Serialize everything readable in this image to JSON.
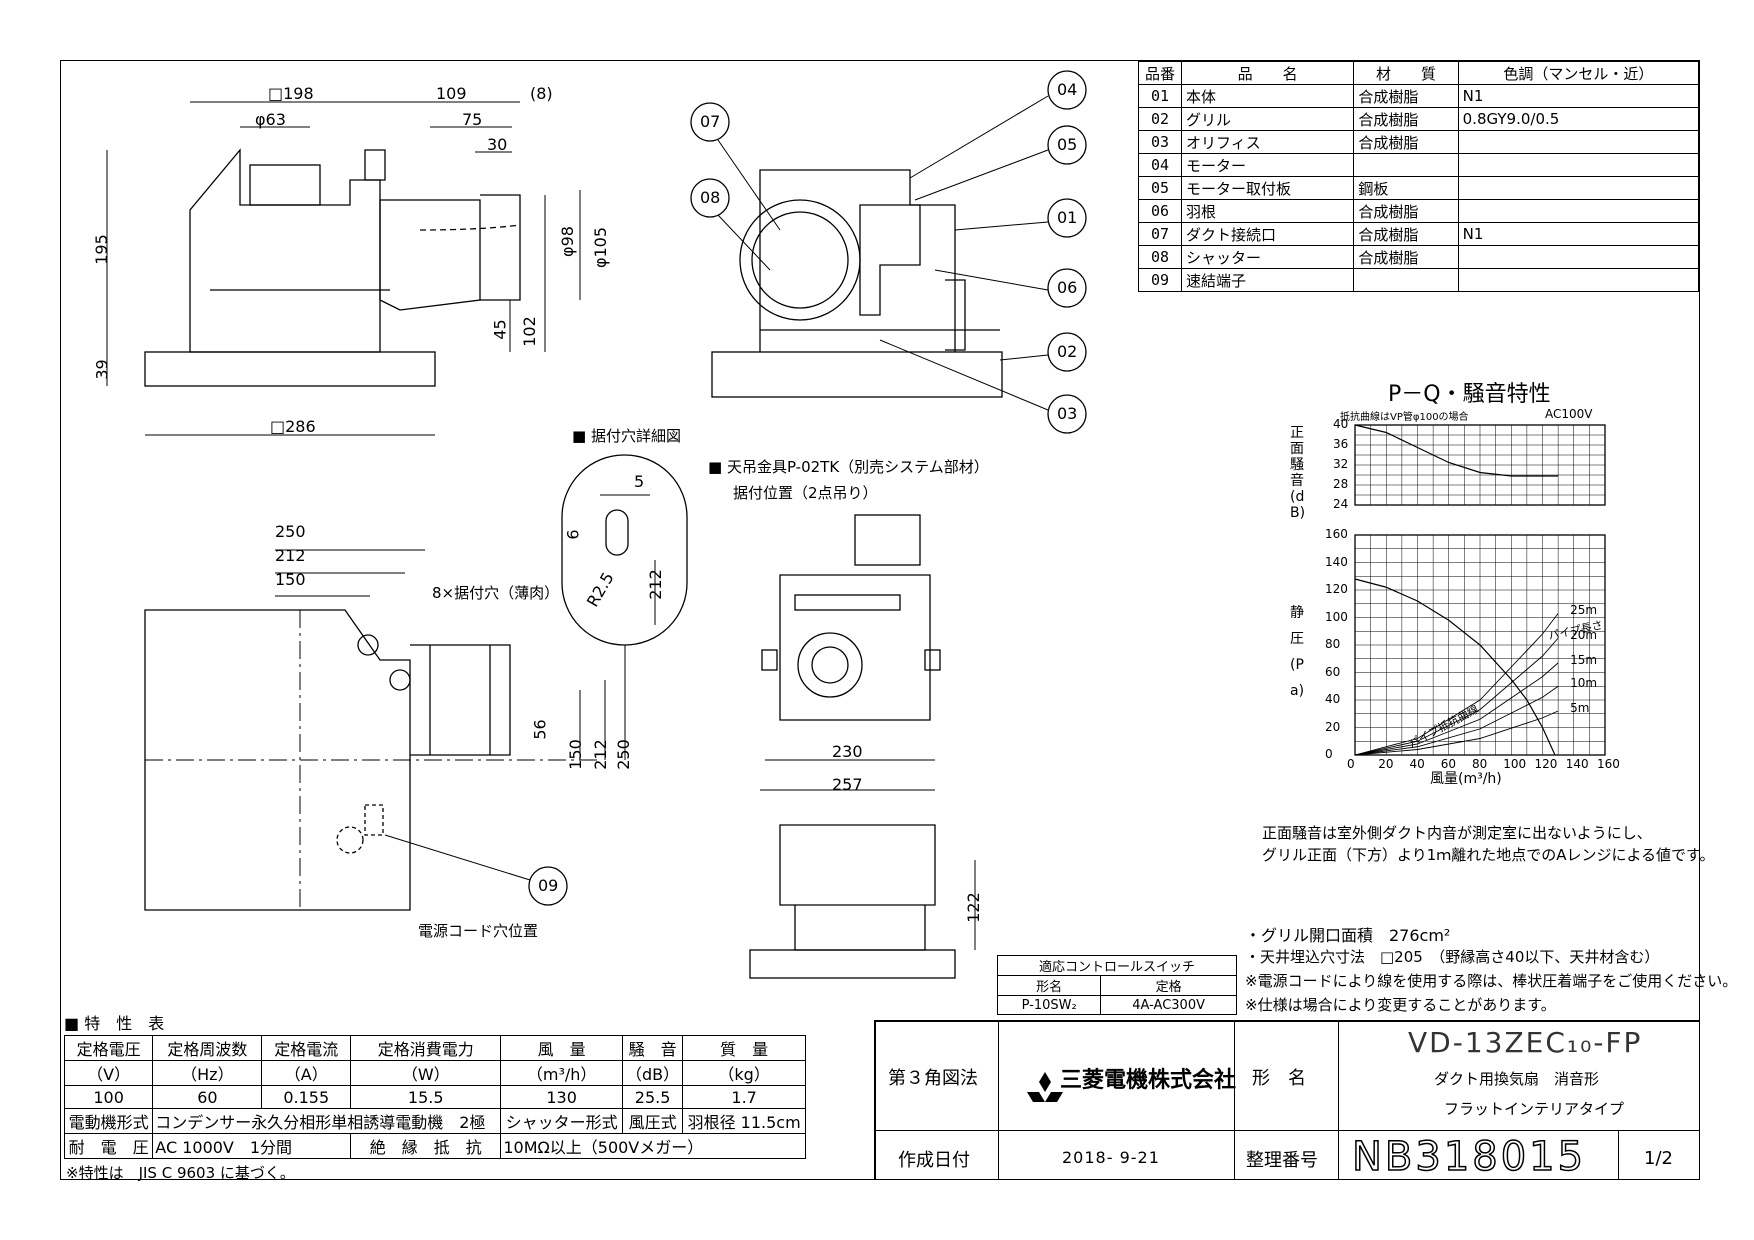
{
  "drawing": {
    "top_view_dims": [
      "□198",
      "109",
      "(8)",
      "φ63",
      "75",
      "30",
      "φ98",
      "φ105",
      "195",
      "39",
      "45",
      "102",
      "□286"
    ],
    "callouts": [
      "07",
      "08",
      "04",
      "05",
      "01",
      "06",
      "02",
      "03",
      "09"
    ],
    "detail_title": "据付穴詳細図",
    "detail_dims": [
      "5",
      "6",
      "R2.5",
      "212"
    ],
    "hanger_title": "天吊金具P-02TK（別売システム部材）",
    "hanger_subtitle": "据付位置（2点吊り）",
    "plan_dims": [
      "250",
      "212",
      "150",
      "56",
      "150",
      "212",
      "250"
    ],
    "mount_hole_label": "8×据付穴（薄肉）",
    "cord_label": "電源コード穴位置",
    "front_dims": [
      "230",
      "257",
      "122"
    ]
  },
  "parts_table": {
    "headers": [
      "品番",
      "品　　名",
      "材　　質",
      "色調（マンセル・近）"
    ],
    "rows": [
      {
        "no": "01",
        "name": "本体",
        "material": "合成樹脂",
        "color": "N1"
      },
      {
        "no": "02",
        "name": "グリル",
        "material": "合成樹脂",
        "color": "0.8GY9.0/0.5"
      },
      {
        "no": "03",
        "name": "オリフィス",
        "material": "合成樹脂",
        "color": ""
      },
      {
        "no": "04",
        "name": "モーター",
        "material": "",
        "color": ""
      },
      {
        "no": "05",
        "name": "モーター取付板",
        "material": "鋼板",
        "color": ""
      },
      {
        "no": "06",
        "name": "羽根",
        "material": "合成樹脂",
        "color": ""
      },
      {
        "no": "07",
        "name": "ダクト接続口",
        "material": "合成樹脂",
        "color": "N1"
      },
      {
        "no": "08",
        "name": "シャッター",
        "material": "合成樹脂",
        "color": ""
      },
      {
        "no": "09",
        "name": "速結端子",
        "material": "",
        "color": ""
      }
    ]
  },
  "chart_data": [
    {
      "type": "line",
      "title": "P－Q・騒音特性",
      "note": "抵抗曲線はVP管φ100の場合",
      "voltage": "AC100V",
      "ylabel": "正面騒音(dB)",
      "yticks": [
        "40",
        "36",
        "32",
        "28",
        "24"
      ],
      "ylim": [
        24,
        40
      ],
      "xlim": [
        0,
        160
      ],
      "series": [
        {
          "x": [
            0,
            20,
            40,
            60,
            80,
            100,
            130
          ],
          "y": [
            40,
            38.5,
            35.5,
            32.5,
            30.5,
            29.8,
            29.8
          ]
        }
      ]
    },
    {
      "type": "line",
      "ylabel": "静圧(Pa)",
      "xlabel": "風量(m³/h)",
      "xticks": [
        "0",
        "20",
        "40",
        "60",
        "80",
        "100",
        "120",
        "140",
        "160"
      ],
      "yticks": [
        "160",
        "140",
        "120",
        "100",
        "80",
        "60",
        "40",
        "20",
        "0"
      ],
      "xlim": [
        0,
        160
      ],
      "ylim": [
        0,
        160
      ],
      "pipe_label": "パイプ長さ",
      "curve_label": "パイプ抵抗曲線",
      "series": [
        {
          "name": "PQ",
          "x": [
            0,
            20,
            40,
            60,
            80,
            100,
            110,
            120,
            128
          ],
          "y": [
            128,
            122,
            112,
            98,
            80,
            55,
            40,
            20,
            0
          ]
        },
        {
          "name": "25m",
          "x": [
            0,
            40,
            80,
            120,
            130
          ],
          "y": [
            0,
            12,
            40,
            88,
            103
          ]
        },
        {
          "name": "20m",
          "x": [
            0,
            40,
            80,
            120,
            130
          ],
          "y": [
            0,
            10,
            33,
            72,
            85
          ]
        },
        {
          "name": "15m",
          "x": [
            0,
            40,
            80,
            120,
            130
          ],
          "y": [
            0,
            8,
            26,
            57,
            67
          ]
        },
        {
          "name": "10m",
          "x": [
            0,
            40,
            80,
            120,
            130
          ],
          "y": [
            0,
            6,
            19,
            42,
            50
          ]
        },
        {
          "name": "5m",
          "x": [
            0,
            40,
            80,
            120,
            130
          ],
          "y": [
            0,
            4,
            12,
            27,
            32
          ]
        }
      ]
    }
  ],
  "noise_note": [
    "正面騒音は室外側ダクト内音が測定室に出ないようにし、",
    "グリル正面（下方）より1ｍ離れた地点でのAレンジによる値です。"
  ],
  "spec_notes": [
    "・グリル開口面積　276cm²",
    "・天井埋込穴寸法　□205　（野縁高さ40以下、天井材含む）",
    "※電源コードにより線を使用する際は、棒状圧着端子をご使用ください。",
    "※仕様は場合により変更することがあります。"
  ],
  "control_switch": {
    "title": "適応コントロールスイッチ",
    "headers": [
      "形名",
      "定格"
    ],
    "model": "P-10SW₂",
    "rating": "4A-AC300V"
  },
  "characteristics": {
    "title": "特　性　表",
    "headers": [
      "定格電圧",
      "定格周波数",
      "定格電流",
      "定格消費電力",
      "風　量",
      "騒　音",
      "質　量"
    ],
    "units": [
      "（V）",
      "（Hz）",
      "（A）",
      "（W）",
      "（m³/h）",
      "（dB）",
      "（kg）"
    ],
    "values": [
      "100",
      "60",
      "0.155",
      "15.5",
      "130",
      "25.5",
      "1.7"
    ],
    "motor_label": "電動機形式",
    "motor_value": "コンデンサー永久分相形単相誘導電動機　2極",
    "shutter_label": "シャッター形式",
    "shutter_value": "風圧式",
    "blade_label": "羽根径",
    "blade_value": "11.5cm",
    "voltage_label": "耐　電　圧",
    "voltage_value": "AC 1000V　1分間",
    "insulation_label": "絶　縁　抵　抗",
    "insulation_value": "10MΩ以上（500Vメガー）",
    "footnote": "※特性は　JIS C 9603 に基づく。"
  },
  "title_block": {
    "projection": "第３角図法",
    "company": "三菱電機株式会社",
    "model_label": "形　名",
    "model": "VD-13ZEC₁₀-FP",
    "desc1": "ダクト用換気扇　消音形",
    "desc2": "フラットインテリアタイプ",
    "date_label": "作成日付",
    "date": "2018- 9-21",
    "number_label": "整理番号",
    "number": "NB318015",
    "sheet": "1/2"
  }
}
